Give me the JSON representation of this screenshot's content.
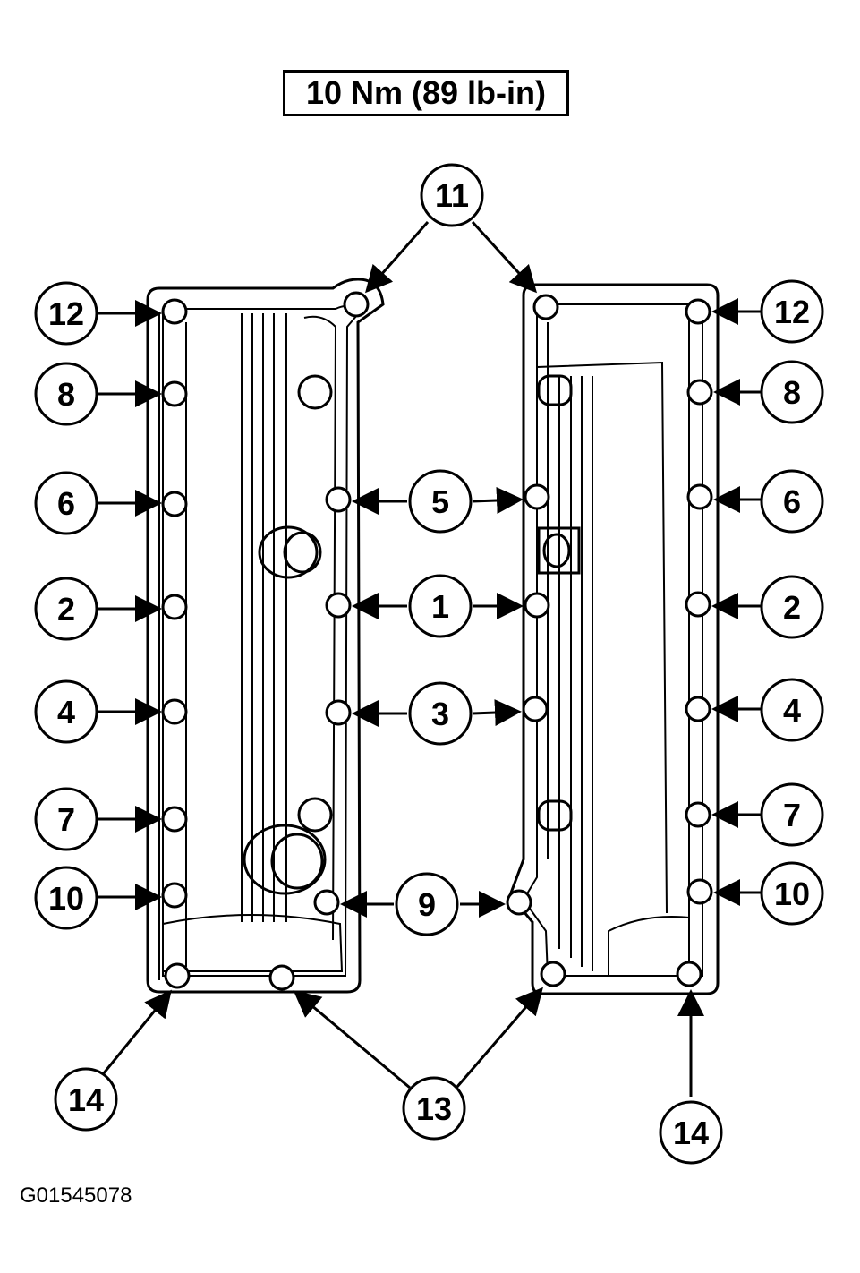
{
  "torque_spec": "10 Nm (89 lb-in)",
  "figure_id": "G01545078",
  "callouts": [
    {
      "id": "c11-top",
      "label": "11"
    },
    {
      "id": "c12-left",
      "label": "12"
    },
    {
      "id": "c8-left",
      "label": "8"
    },
    {
      "id": "c6-left",
      "label": "6"
    },
    {
      "id": "c2-left",
      "label": "2"
    },
    {
      "id": "c4-left",
      "label": "4"
    },
    {
      "id": "c7-left",
      "label": "7"
    },
    {
      "id": "c10-left",
      "label": "10"
    },
    {
      "id": "c5-mid",
      "label": "5"
    },
    {
      "id": "c1-mid",
      "label": "1"
    },
    {
      "id": "c3-mid",
      "label": "3"
    },
    {
      "id": "c9-mid",
      "label": "9"
    },
    {
      "id": "c12-right",
      "label": "12"
    },
    {
      "id": "c8-right",
      "label": "8"
    },
    {
      "id": "c6-right",
      "label": "6"
    },
    {
      "id": "c2-right",
      "label": "2"
    },
    {
      "id": "c4-right",
      "label": "4"
    },
    {
      "id": "c7-right",
      "label": "7"
    },
    {
      "id": "c10-right",
      "label": "10"
    },
    {
      "id": "c14-left",
      "label": "14"
    },
    {
      "id": "c13-bottom",
      "label": "13"
    },
    {
      "id": "c14-right",
      "label": "14"
    }
  ]
}
